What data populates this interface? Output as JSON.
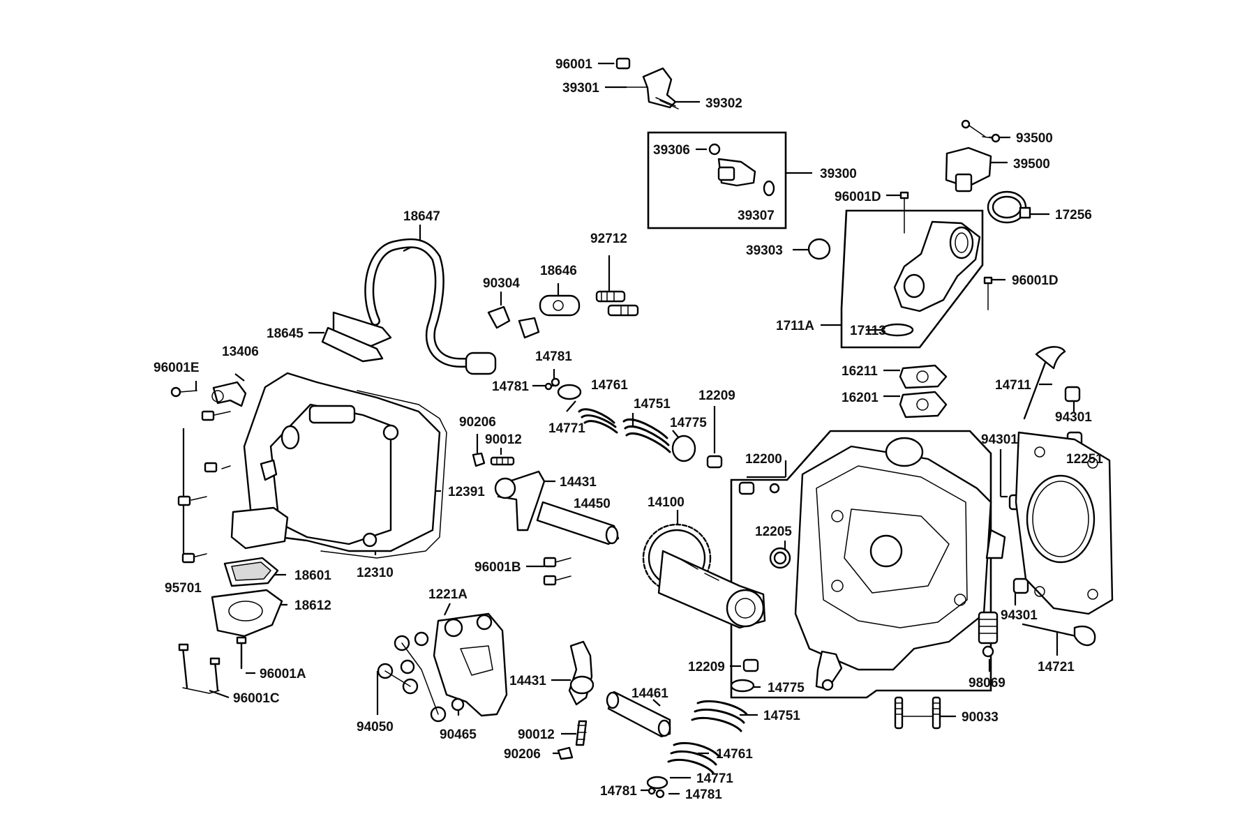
{
  "diagram": {
    "labels": {
      "p96001_top": "96001",
      "p39301": "39301",
      "p39302": "39302",
      "p39306": "39306",
      "p39300": "39300",
      "p39307": "39307",
      "p39303": "39303",
      "p93500": "93500",
      "p39500": "39500",
      "p96001D_a": "96001D",
      "p17256": "17256",
      "p96001D_b": "96001D",
      "p1711A": "1711A",
      "p17113": "17113",
      "p18647": "18647",
      "p92712": "92712",
      "p18646": "18646",
      "p90304": "90304",
      "p18645": "18645",
      "p13406": "13406",
      "p96001E": "96001E",
      "p14781_a": "14781",
      "p14781_b": "14781",
      "p14761_top": "14761",
      "p14771_top": "14771",
      "p14751_top": "14751",
      "p14775_top": "14775",
      "p12209_top": "12209",
      "p90206_top": "90206",
      "p90012_top": "90012",
      "p14431_top": "14431",
      "p14450": "14450",
      "p12391": "12391",
      "p14100": "14100",
      "p16211": "16211",
      "p16201": "16201",
      "p14711": "14711",
      "p94301_a": "94301",
      "p94301_b": "94301",
      "p12251": "12251",
      "p12200": "12200",
      "p12205": "12205",
      "p94301_c": "94301",
      "p14721": "14721",
      "p98069": "98069",
      "p18601": "18601",
      "p12310": "12310",
      "p95701": "95701",
      "p18612": "18612",
      "p96001B": "96001B",
      "p1221A": "1221A",
      "p96001A": "96001A",
      "p96001C": "96001C",
      "p94050": "94050",
      "p90465": "90465",
      "p14431_bot": "14431",
      "p14461": "14461",
      "p90012_bot": "90012",
      "p90206_bot": "90206",
      "p12209_bot": "12209",
      "p14775_bot": "14775",
      "p14751_bot": "14751",
      "p14761_bot": "14761",
      "p14771_bot": "14771",
      "p14781_c": "14781",
      "p14781_d": "14781",
      "p90033": "90033"
    }
  }
}
